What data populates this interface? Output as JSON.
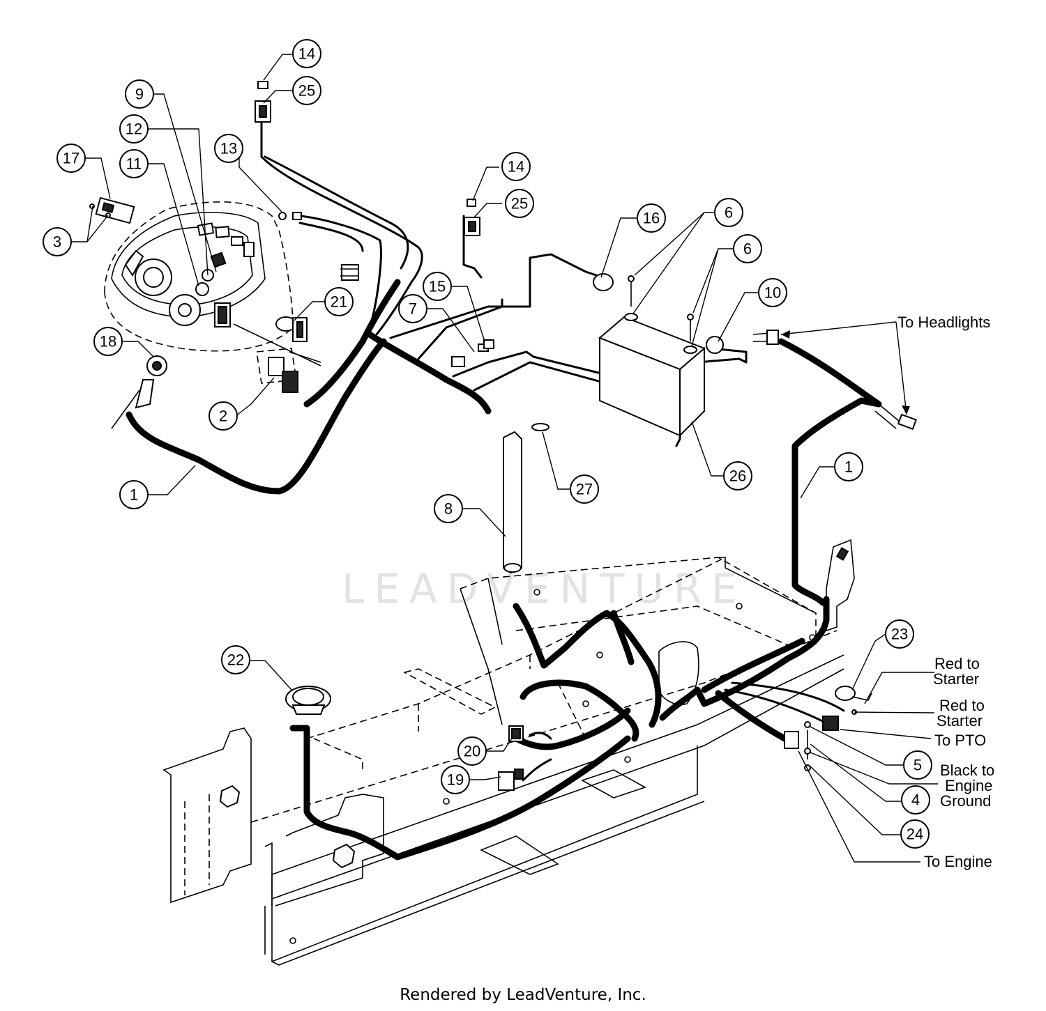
{
  "callouts": [
    {
      "id": "c14a",
      "number": "14"
    },
    {
      "id": "c25a",
      "number": "25"
    },
    {
      "id": "c9",
      "number": "9"
    },
    {
      "id": "c12",
      "number": "12"
    },
    {
      "id": "c11",
      "number": "11"
    },
    {
      "id": "c17",
      "number": "17"
    },
    {
      "id": "c13",
      "number": "13"
    },
    {
      "id": "c3",
      "number": "3"
    },
    {
      "id": "c14b",
      "number": "14"
    },
    {
      "id": "c25b",
      "number": "25"
    },
    {
      "id": "c16",
      "number": "16"
    },
    {
      "id": "c6a",
      "number": "6"
    },
    {
      "id": "c6b",
      "number": "6"
    },
    {
      "id": "c10",
      "number": "10"
    },
    {
      "id": "c15",
      "number": "15"
    },
    {
      "id": "c7",
      "number": "7"
    },
    {
      "id": "c21",
      "number": "21"
    },
    {
      "id": "c18",
      "number": "18"
    },
    {
      "id": "c2",
      "number": "2"
    },
    {
      "id": "c1a",
      "number": "1"
    },
    {
      "id": "c26",
      "number": "26"
    },
    {
      "id": "c1b",
      "number": "1"
    },
    {
      "id": "c27",
      "number": "27"
    },
    {
      "id": "c8",
      "number": "8"
    },
    {
      "id": "c23",
      "number": "23"
    },
    {
      "id": "c22",
      "number": "22"
    },
    {
      "id": "c20",
      "number": "20"
    },
    {
      "id": "c19",
      "number": "19"
    },
    {
      "id": "c5",
      "number": "5"
    },
    {
      "id": "c4",
      "number": "4"
    },
    {
      "id": "c24",
      "number": "24"
    }
  ],
  "annotations": {
    "to_headlights": "To Headlights",
    "red_to_starter_1_line1": "Red to",
    "red_to_starter_1_line2": "Starter",
    "red_to_starter_2_line1": "Red to",
    "red_to_starter_2_line2": "Starter",
    "to_pto": "To PTO",
    "black_ground_line1": "Black to",
    "black_ground_line2": "Engine",
    "black_ground_line3": "Ground",
    "to_engine": "To Engine"
  },
  "watermark": "LEADVENTURE",
  "footer": "Rendered by LeadVenture, Inc."
}
